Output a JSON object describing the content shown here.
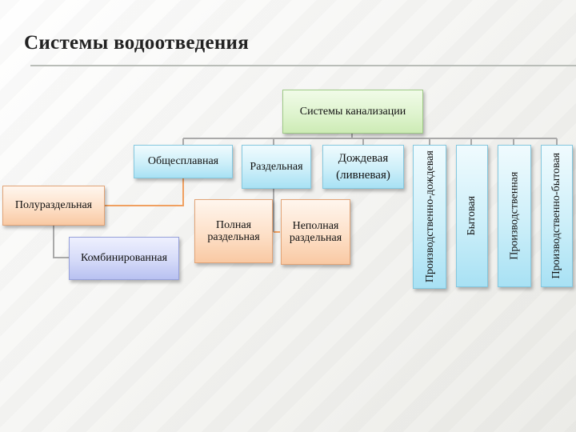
{
  "slide": {
    "title": "Системы водоотведения"
  },
  "diagram": {
    "root": "Системы канализации",
    "nodes": {
      "obshchesplavnaya": "Общесплавная",
      "razdelnaya": "Раздельная",
      "dozhdevaya_line1": "Дождевая",
      "dozhdevaya_line2": "(ливневая)",
      "proizv_dozhd": "Производственно-дождевая",
      "bytovaya": "Бытовая",
      "proizvodstvennaya": "Производственная",
      "proizv_bytovaya": "Производственно-бытовая",
      "poluraz": "Полураздельная",
      "kombinirovannaya": "Комбинированная",
      "polnaya_line1": "Полная",
      "polnaya_line2": "раздельная",
      "nepolnaya_line1": "Неполная",
      "nepolnaya_line2": "раздельная"
    }
  },
  "colors": {
    "line": "#a9a9a9",
    "accent_line": "#f0a060"
  }
}
